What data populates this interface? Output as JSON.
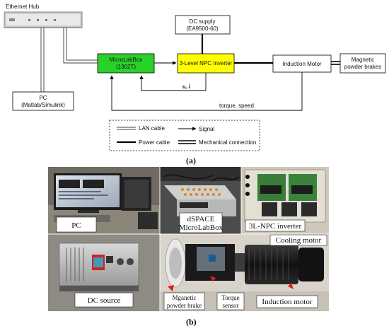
{
  "diagram_a": {
    "ethernet_hub": "Ethernet Hub",
    "dc_supply": {
      "line1": "DC supply",
      "line2": "(EA9500-60)"
    },
    "microlabbox": {
      "line1": "MicroLabBox",
      "line2": "(1302T)"
    },
    "inverter": "3-Level NPC Inverter",
    "induction_motor": "Induction Motor",
    "brakes": {
      "line1": "Magnetic",
      "line2": "powder brakes"
    },
    "pc": {
      "line1": "PC",
      "line2": "(Matlab/Simulink)"
    },
    "feedback_ui": "u, i",
    "torque_speed": "torque, speed",
    "legend": {
      "lan_cable": "LAN cable",
      "signal": "Signal",
      "power_cable": "Power cable",
      "mechanical": "Mechanical connection"
    },
    "caption": "(a)",
    "colors": {
      "microlabbox": "#2bd12b",
      "inverter": "#ffff00"
    }
  },
  "photo_b": {
    "pc": "PC",
    "dspace": {
      "line1": "dSPACE",
      "line2": "MicroLabBox"
    },
    "npc": "3L-NPC inverter",
    "cooling_motor": "Cooling motor",
    "dc_source": "DC source",
    "brake": {
      "line1": "Mganetic",
      "line2": "powder brake"
    },
    "torque_sensor": {
      "line1": "Torque",
      "line2": "sensor"
    },
    "induction_motor": "Induction motor",
    "caption": "(b)"
  }
}
